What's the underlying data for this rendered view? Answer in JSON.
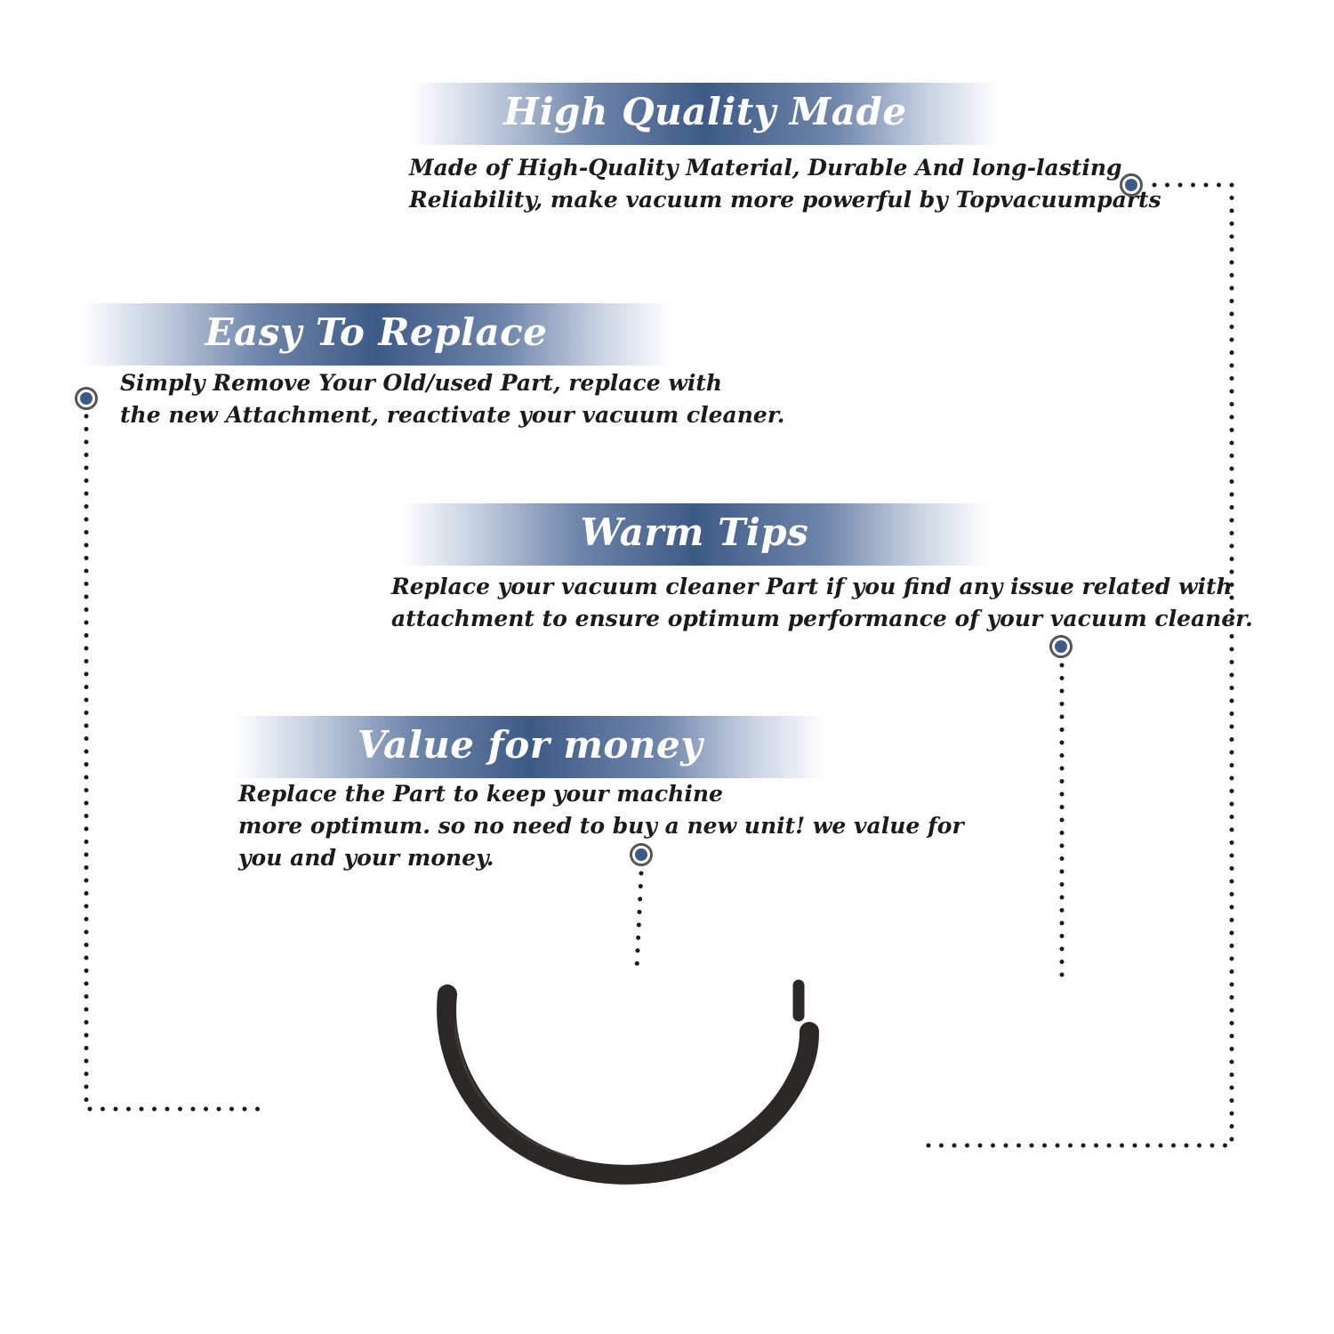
{
  "features": [
    {
      "title": "High Quality Made",
      "lines": [
        "Made of  High-Quality Material, Durable And long-lasting",
        "Reliability, make vacuum more powerful by Topvacuumparts"
      ]
    },
    {
      "title": "Easy To Replace",
      "lines": [
        "Simply Remove Your Old/used Part, replace with",
        "the new Attachment, reactivate your vacuum cleaner."
      ]
    },
    {
      "title": "Warm Tips",
      "lines": [
        "Replace your vacuum cleaner Part if you find any issue related with",
        " attachment to ensure optimum performance of your vacuum cleaner."
      ]
    },
    {
      "title": "Value for money",
      "lines": [
        "Replace the Part to keep your machine",
        "more optimum. so no need to buy a new unit! we value for",
        "you and your money."
      ]
    }
  ],
  "colors": {
    "banner_core": "#3d5a87",
    "text": "#1b1b1b",
    "marker_ring": "#555555",
    "dotted_line": "#1a1a1a",
    "part": "#2b2825"
  },
  "icons": {
    "marker": "bullet-dot-icon",
    "product": "curved-rubber-belt-part"
  }
}
